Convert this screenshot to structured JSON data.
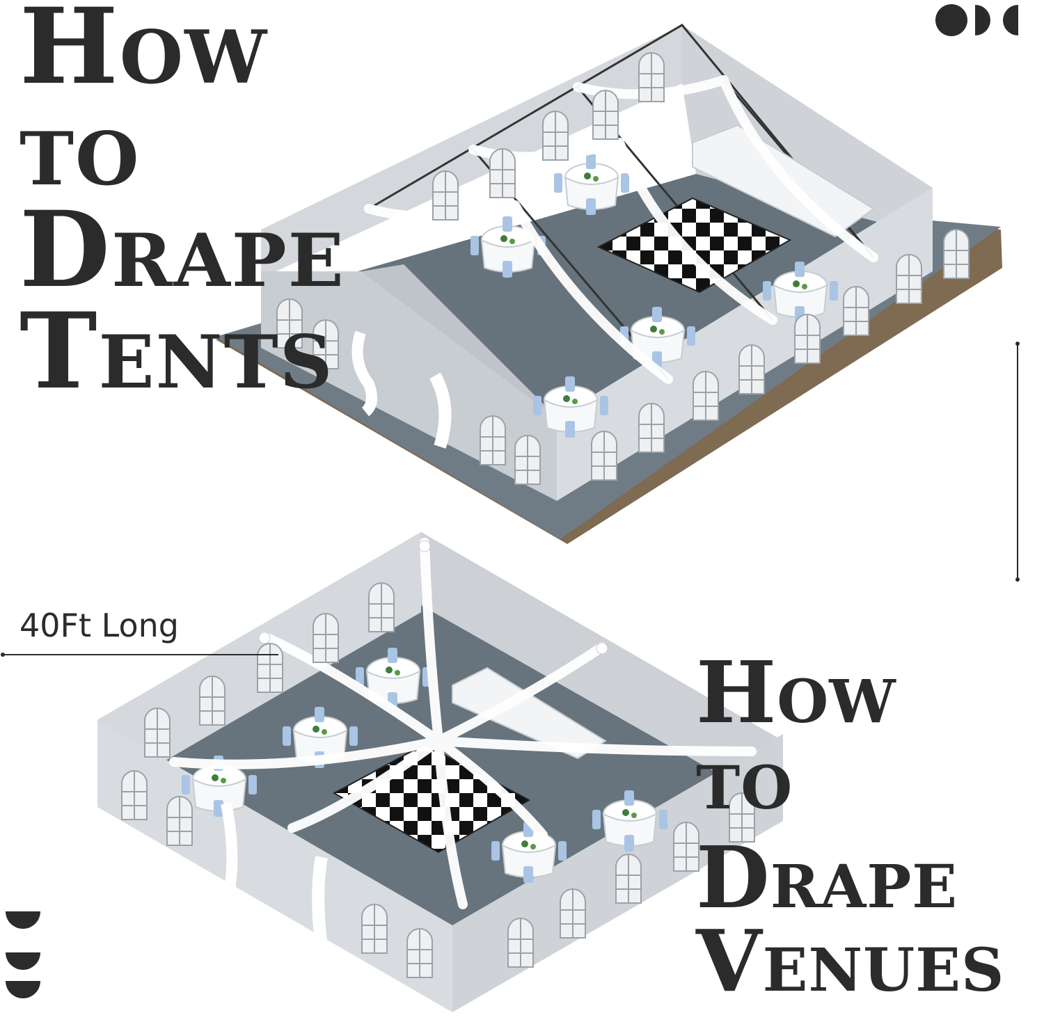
{
  "top_heading": {
    "line1": "How",
    "line2": "to",
    "line3": "Drape",
    "line4": "Tents"
  },
  "bottom_heading": {
    "line1": "How",
    "line2": "to",
    "line3": "Drape",
    "line4": "Venues"
  },
  "dimension_label": "40Ft Long",
  "colors": {
    "text": "#2b2b2b",
    "floor": "#6e7b84",
    "wall": "#d3d7dc",
    "roof": "#c9cdd3",
    "drape": "#ffffff",
    "chair": "#a9c4e4",
    "dance_floor_dark": "#111111"
  },
  "icons": [
    "tent-illustration",
    "venue-illustration",
    "decorative-circles-icon",
    "decorative-half-circles-icon"
  ]
}
